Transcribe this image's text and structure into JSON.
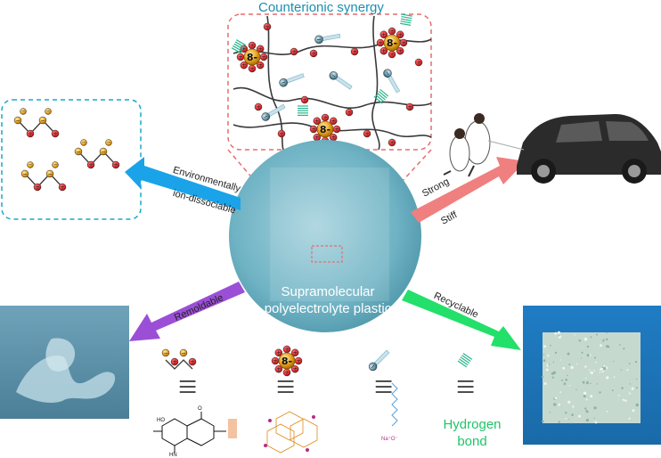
{
  "top_title": "Counterionic synergy",
  "center_label_line1": "Supramolecular",
  "center_label_line2": "polyelectrolyte plastic",
  "arrows": {
    "env_line1": "Environmentally",
    "env_line2": "ion-dissociable",
    "strong": "Strong",
    "stiff": "Stiff",
    "remoldable": "Remoldable",
    "recyclable": "Recyclable"
  },
  "charge_labels": {
    "polyanion": "8-",
    "plus": "+",
    "minus": "−"
  },
  "hydrogen_bond_line1": "Hydrogen",
  "hydrogen_bond_line2": "bond",
  "equiv_symbol": "|||",
  "colors": {
    "title": "#1b8fb0",
    "env_arrow": "#1aa3e8",
    "strong_arrow": "#f07f7f",
    "remold_arrow": "#9b4fd6",
    "recycle_arrow": "#22e06a",
    "center_disc": "#6fb3c4",
    "cation": "#d9262b",
    "anion_gold": "#e6a21c",
    "surfactant_head": "#5b8ea1",
    "hbond": "#2bb58e",
    "zoom_border": "#e46f6f",
    "left_box_border": "#19a8c8"
  }
}
